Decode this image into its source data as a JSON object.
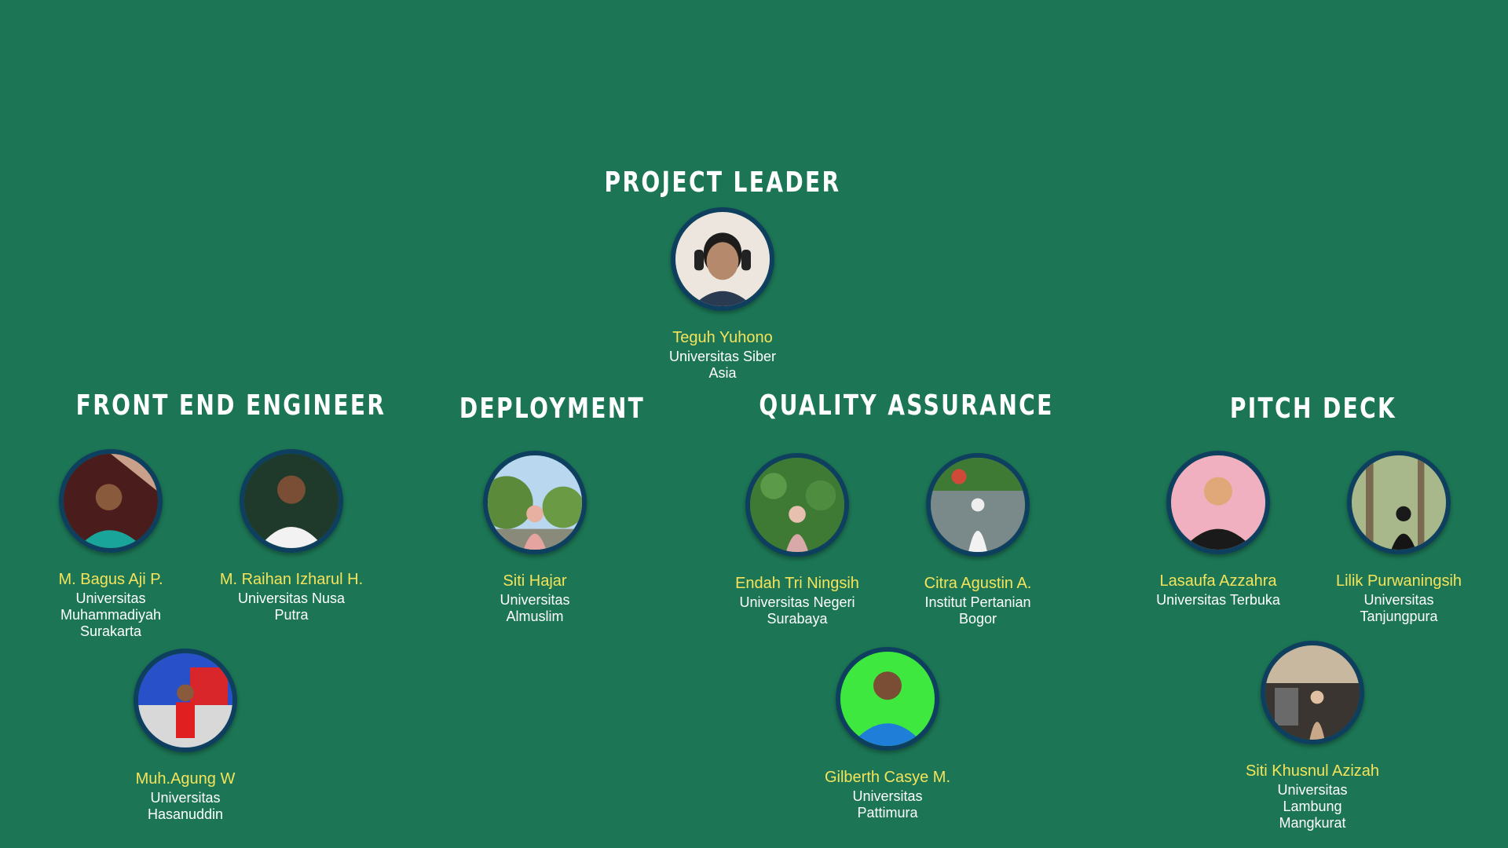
{
  "sections": {
    "leader": "PROJECT LEADER",
    "frontend": "FRONT END ENGINEER",
    "deployment": "DEPLOYMENT",
    "qa": "QUALITY ASSURANCE",
    "pitch": "PITCH DECK"
  },
  "members": {
    "teguh": {
      "name": "Teguh Yuhono",
      "uni": "Universitas Siber Asia"
    },
    "bagus": {
      "name": "M. Bagus Aji P.",
      "uni": "Universitas Muhammadiyah Surakarta"
    },
    "raihan": {
      "name": "M. Raihan Izharul H.",
      "uni": "Universitas Nusa Putra"
    },
    "agung": {
      "name": "Muh.Agung W",
      "uni": "Universitas Hasanuddin"
    },
    "hajar": {
      "name": "Siti Hajar",
      "uni": "Universitas Almuslim"
    },
    "endah": {
      "name": "Endah Tri Ningsih",
      "uni": "Universitas Negeri Surabaya"
    },
    "citra": {
      "name": "Citra Agustin A.",
      "uni": "Institut Pertanian Bogor"
    },
    "gilberth": {
      "name": "Gilberth Casye M.",
      "uni": "Universitas Pattimura"
    },
    "lasaufa": {
      "name": "Lasaufa Azzahra",
      "uni": "Universitas Terbuka"
    },
    "lilik": {
      "name": "Lilik Purwaningsih",
      "uni": "Universitas Tanjungpura"
    },
    "khusnul": {
      "name": "Siti Khusnul Azizah",
      "uni": "Universitas Lambung Mangkurat"
    }
  },
  "colors": {
    "background": "#1c7656",
    "name": "#f5e35a",
    "ring": "#0f3f5e"
  }
}
